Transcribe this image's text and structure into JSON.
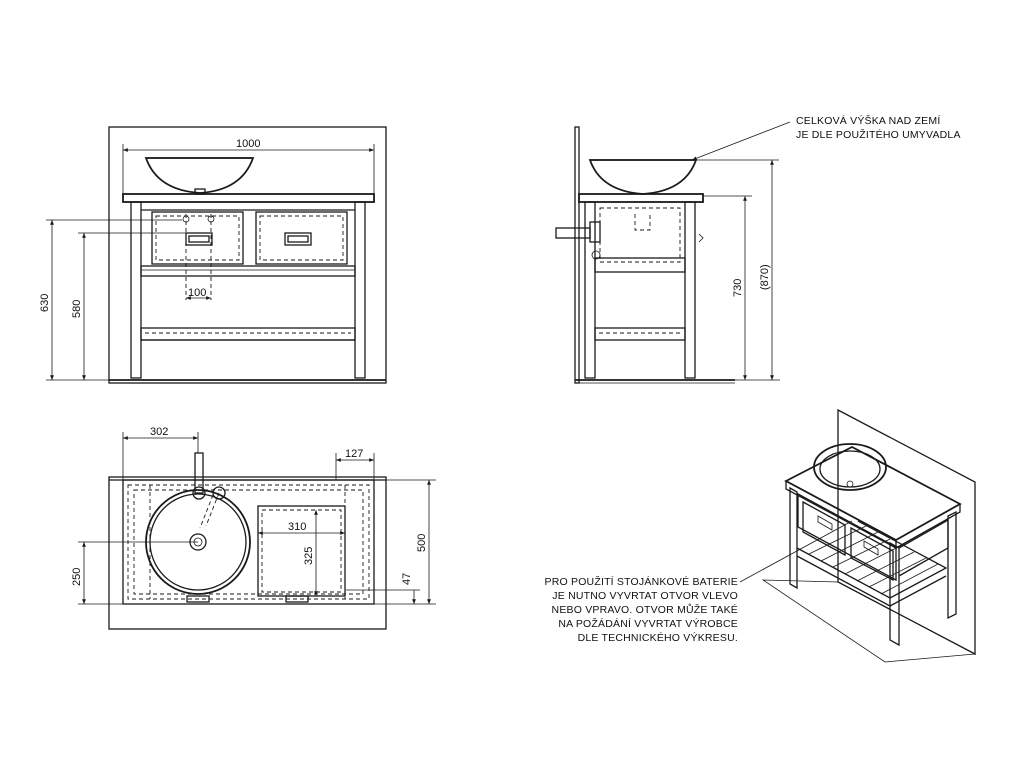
{
  "front_view": {
    "width_label": "1000",
    "height_630": "630",
    "height_580": "580",
    "spacing_100": "100"
  },
  "side_view": {
    "height_730": "730",
    "height_870": "(870)"
  },
  "top_view": {
    "offset_302": "302",
    "offset_127": "127",
    "drawer_width_310": "310",
    "drawer_depth_325": "325",
    "depth_500": "500",
    "offset_250": "250",
    "offset_47": "47"
  },
  "notes": {
    "height_note": [
      "CELKOVÁ VÝŠKA NAD ZEMÍ",
      "JE DLE POUŽITÉHO UMYVADLA"
    ],
    "faucet_note": [
      "PRO POUŽITÍ STOJÁNKOVÉ BATERIE",
      "JE NUTNO VYVRTAT OTVOR VLEVO",
      "NEBO VPRAVO. OTVOR MŮŽE TAKÉ",
      "NA POŽÁDÁNÍ VYVRTAT VÝROBCE",
      "DLE TECHNICKÉHO VÝKRESU."
    ]
  }
}
